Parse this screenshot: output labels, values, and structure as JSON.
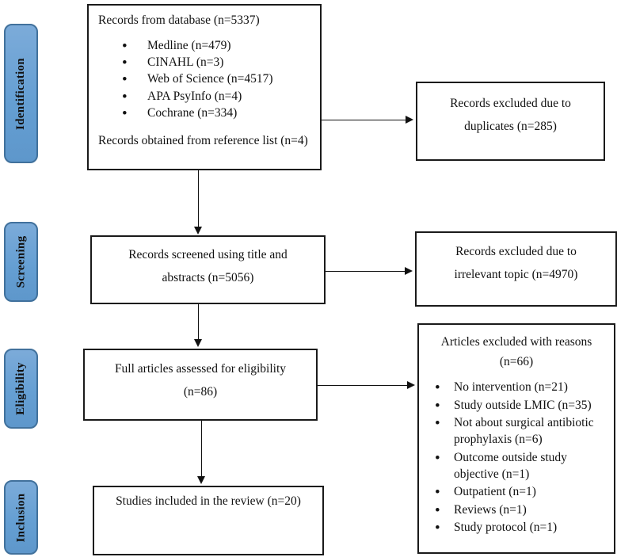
{
  "stages": [
    {
      "label": "Identification"
    },
    {
      "label": "Screening"
    },
    {
      "label": "Eligibility"
    },
    {
      "label": "Inclusion"
    }
  ],
  "main": {
    "database": {
      "title": "Records from database (n=5337)",
      "bullets": [
        "Medline (n=479)",
        "CINAHL (n=3)",
        "Web of Science (n=4517)",
        "APA PsyInfo (n=4)",
        "Cochrane (n=334)"
      ],
      "footer": "Records obtained from reference list (n=4)"
    },
    "screened": {
      "line1": "Records screened using title and",
      "line2": "abstracts (n=5056)"
    },
    "eligibility": {
      "line1": "Full articles assessed for eligibility",
      "line2": "(n=86)"
    },
    "included": "Studies included in the review (n=20)"
  },
  "excluded": {
    "duplicates": {
      "line1": "Records excluded due to",
      "line2": "duplicates (n=285)"
    },
    "irrelevant": {
      "line1": "Records excluded due to",
      "line2": "irrelevant topic (n=4970)"
    },
    "reasons": {
      "title_line1": "Articles excluded with reasons",
      "title_line2": "(n=66)",
      "bullets": [
        "No intervention (n=21)",
        "Study outside LMIC (n=35)",
        "Not about surgical antibiotic prophylaxis (n=6)",
        "Outcome outside study objective (n=1)",
        "Outpatient (n=1)",
        "Reviews (n=1)",
        "Study protocol (n=1)"
      ]
    }
  },
  "colors": {
    "stage_fill": "#659fd3",
    "stage_border": "#41719c",
    "box_border": "#1a1a1a",
    "text": "#111111"
  }
}
